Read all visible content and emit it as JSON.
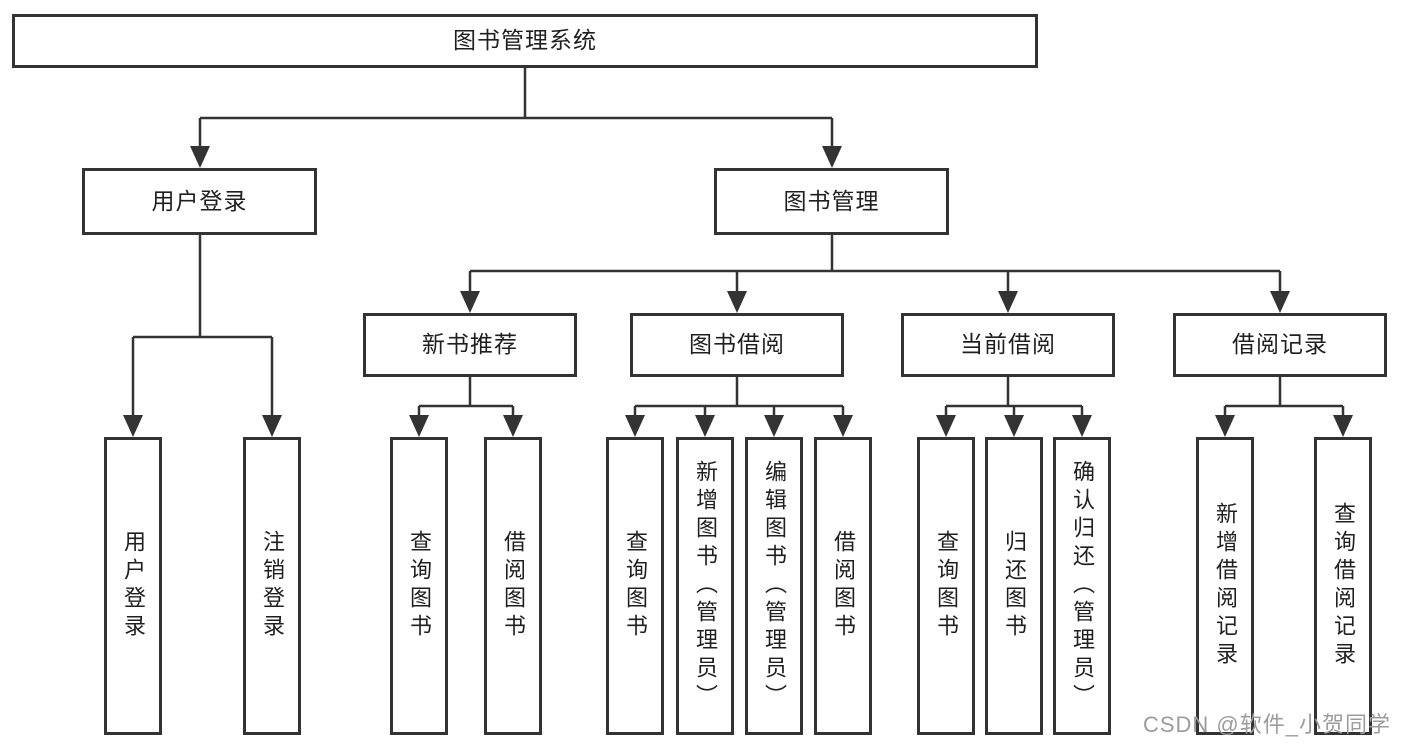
{
  "diagram": {
    "title": "图书管理系统",
    "root": {
      "label": "图书管理系统"
    },
    "level2": [
      {
        "id": "user-login",
        "label": "用户登录"
      },
      {
        "id": "book-management",
        "label": "图书管理"
      }
    ],
    "level3": [
      {
        "id": "new-book-recommend",
        "label": "新书推荐",
        "parent": "图书管理"
      },
      {
        "id": "book-borrowing",
        "label": "图书借阅",
        "parent": "图书管理"
      },
      {
        "id": "current-borrowing",
        "label": "当前借阅",
        "parent": "图书管理"
      },
      {
        "id": "borrowing-records",
        "label": "借阅记录",
        "parent": "图书管理"
      }
    ],
    "leaves": [
      {
        "label": "用户登录",
        "parent": "用户登录"
      },
      {
        "label": "注销登录",
        "parent": "用户登录"
      },
      {
        "label": "查询图书",
        "parent": "新书推荐"
      },
      {
        "label": "借阅图书",
        "parent": "新书推荐"
      },
      {
        "label": "查询图书",
        "parent": "图书借阅"
      },
      {
        "label": "新增图书（管理员）",
        "parent": "图书借阅"
      },
      {
        "label": "编辑图书（管理员）",
        "parent": "图书借阅"
      },
      {
        "label": "借阅图书",
        "parent": "图书借阅"
      },
      {
        "label": "查询图书",
        "parent": "当前借阅"
      },
      {
        "label": "归还图书",
        "parent": "当前借阅"
      },
      {
        "label": "确认归还（管理员）",
        "parent": "当前借阅"
      },
      {
        "label": "新增借阅记录",
        "parent": "借阅记录"
      },
      {
        "label": "查询借阅记录",
        "parent": "借阅记录"
      }
    ]
  },
  "watermark": {
    "text": "CSDN @软件_小贺同学"
  },
  "colors": {
    "line": "#333333",
    "box_border": "#333333",
    "text": "#1f1f1f",
    "background": "#ffffff",
    "watermark": "#9c9c9c"
  }
}
